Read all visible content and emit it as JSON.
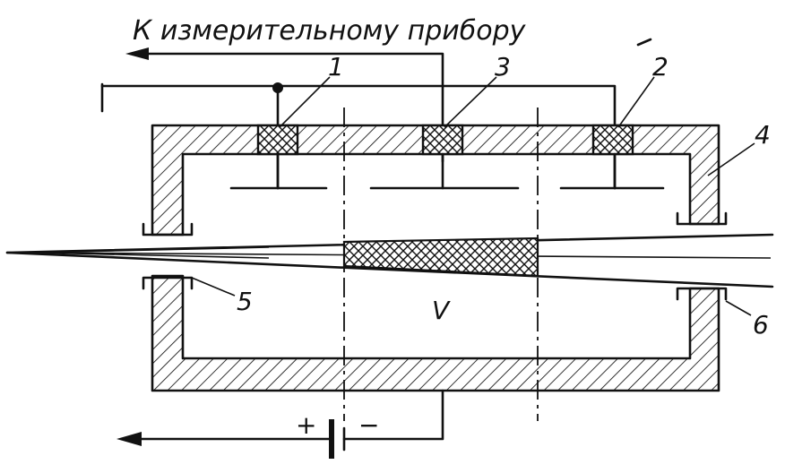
{
  "caption": "К измерительному прибору",
  "labels": {
    "n1": "1",
    "n2": "2",
    "n3": "3",
    "n4": "4",
    "n5": "5",
    "n6": "6",
    "volume": "V",
    "plus": "+",
    "minus": "−"
  }
}
